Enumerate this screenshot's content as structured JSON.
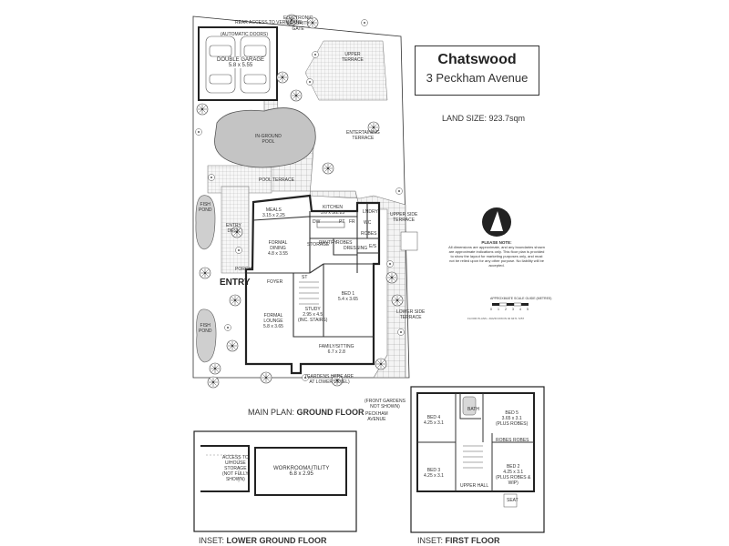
{
  "title": {
    "suburb": "Chatswood",
    "address": "3 Peckham Avenue"
  },
  "land_size": "LAND SIZE: 923.7sqm",
  "notes": {
    "heading": "PLEASE NOTE:",
    "body": "All dimensions are approximate, and any boundaries shown are approximate indications only. This floor plan is provided to show the layout for marketing purposes only, and must not be relied upon for any other purpose. No liability will be accepted."
  },
  "scale_label": "APPROXIMATE SCALE GUIDE (METRES)",
  "scale_ticks": [
    "0",
    "1",
    "2",
    "3",
    "4",
    "5"
  ],
  "credit": "FLOOR PLANS • DAVID RIXON 02 9471 7257",
  "entry": "ENTRY",
  "ground_labels": {
    "rear_access": "REAR ACCESS TO VERN LANE",
    "security_gate": "ELECTRONIC\nSECURITY\nGATE",
    "auto_doors": "(AUTOMATIC DOORS)",
    "garage": "DOUBLE GARAGE\n5.8 x 5.55",
    "upper_terrace": "UPPER\nTERRACE",
    "pool": "IN-GROUND\nPOOL",
    "entertaining": "ENTERTAINING\nTERRACE",
    "pool_terrace": "POOL TERRACE",
    "fish_pond_1": "FISH\nPOND",
    "fish_pond_2": "FISH\nPOND",
    "entry_deck": "ENTRY\nDECK",
    "porch": "PORCH",
    "meals": "MEALS\n3.15 x 2.25",
    "kitchen": "KITCHEN\n5.6 x 3/2.25",
    "ldry": "LNDRY",
    "wc": "WC",
    "upper_side_terrace": "UPPER SIDE\nTERRACE",
    "formal_dining": "FORMAL\nDINING\n4.8 x 3.55",
    "storage": "STORAGE",
    "pantry": "PANTRY",
    "robes_1": "ROBES",
    "robes_2": "ROBES",
    "dressing": "DRESSING",
    "es": "E/S",
    "foyer": "FOYER",
    "study": "STUDY\n2.95 x 4.5\n(INC. STAIRS)",
    "bed1": "BED 1\n5.4 x 3.65",
    "formal_lounge": "FORMAL\nLOUNGE\n5.8 x 3.65",
    "lower_side_terrace": "LOWER SIDE\nTERRACE",
    "family": "FAMILY/SITTING\n6.7 x 2.8",
    "gardens_note": "(GARDENS HERE ARE\nAT LOWER LEVEL)",
    "front_gardens": "(FRONT GARDENS\nNOT SHOWN)",
    "peckham": "PECKHAM\nAVENUE",
    "dw": "DW",
    "fr": "FR",
    "pt": "PT",
    "st": "ST"
  },
  "main_caption": {
    "prefix": "MAIN PLAN:",
    "name": "GROUND FLOOR"
  },
  "lower_labels": {
    "access": "ACCESS TO\nU/HOUSE\nSTORAGE\n(NOT FULLY\nSHOWN)",
    "workroom": "WORKROOM/UTILITY\n6.8 x 2.95"
  },
  "lower_caption": {
    "prefix": "INSET:",
    "name": "LOWER GROUND FLOOR"
  },
  "first_labels": {
    "bath": "BATH",
    "bed4": "BED 4\n4.25 x 3.1",
    "bed5": "BED 5\n3.65 x 3.1\n(PLUS ROBES)",
    "robes_a": "ROBES",
    "robes_b": "ROBES",
    "bed3": "BED 3\n4.25 x 3.1",
    "bed2": "BED 2\n4.25 x 3.1\n(PLUS ROBES &\nWIP)",
    "upper_hall": "UPPER HALL",
    "seat": "SEAT"
  },
  "first_caption": {
    "prefix": "INSET:",
    "name": "FIRST FLOOR"
  },
  "colors": {
    "wall": "#222222",
    "paving": "#9a9a9a",
    "pool": "#bdbdbd",
    "tree": "#444444"
  }
}
